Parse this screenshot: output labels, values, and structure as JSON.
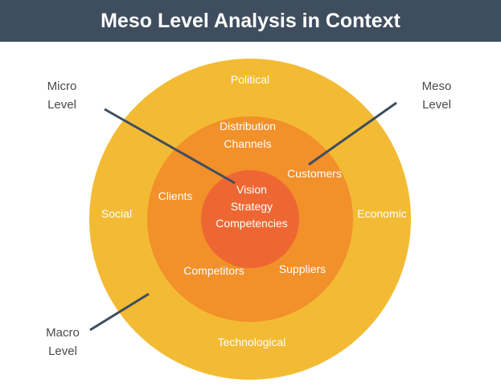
{
  "title": "Meso Level Analysis in Context",
  "colors": {
    "header": "#3f4e5f",
    "outer_ring": "#f3bb34",
    "middle_ring": "#f2902a",
    "inner_core": "#ee6733",
    "callout_line": "#3f4e5f",
    "side_text": "#4a4a4a"
  },
  "levels": {
    "micro": {
      "line1": "Micro",
      "line2": "Level"
    },
    "meso": {
      "line1": "Meso",
      "line2": "Level"
    },
    "macro": {
      "line1": "Macro",
      "line2": "Level"
    }
  },
  "outer_ring": {
    "top": "Political",
    "left": "Social",
    "right": "Economic",
    "bottom": "Technological"
  },
  "middle_ring": {
    "distribution_line1": "Distribution",
    "distribution_line2": "Channels",
    "customers": "Customers",
    "clients": "Clients",
    "competitors": "Competitors",
    "suppliers": "Suppliers"
  },
  "core": {
    "line1": "Vision",
    "line2": "Strategy",
    "line3": "Competencies"
  }
}
